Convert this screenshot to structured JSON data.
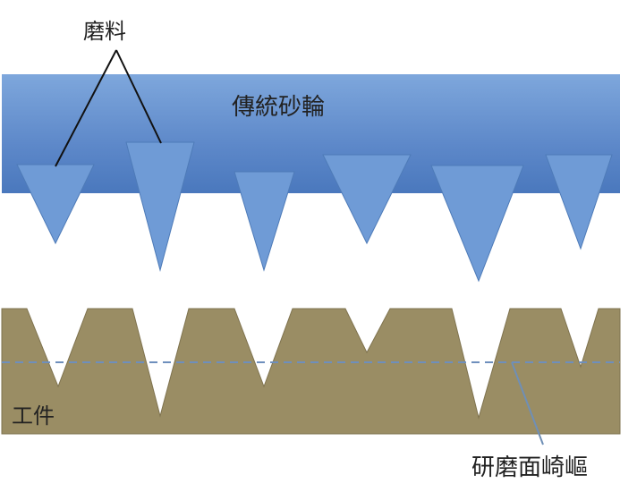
{
  "labels": {
    "abrasive": "磨料",
    "wheel": "傳統砂輪",
    "workpiece": "工件",
    "surface_roughness": "研磨面崎嶇"
  },
  "colors": {
    "wheel_fill": "#6c98d2",
    "wheel_edge": "#4a76b2",
    "grain_fill": "#6f9bd6",
    "grain_stroke": "#4e7bb8",
    "workpiece_fill": "#9a8d64",
    "workpiece_edge": "#7f734f",
    "dashed_line": "#6e8fbd",
    "leader": "#111111",
    "leader_blue": "#6f8fb6"
  }
}
